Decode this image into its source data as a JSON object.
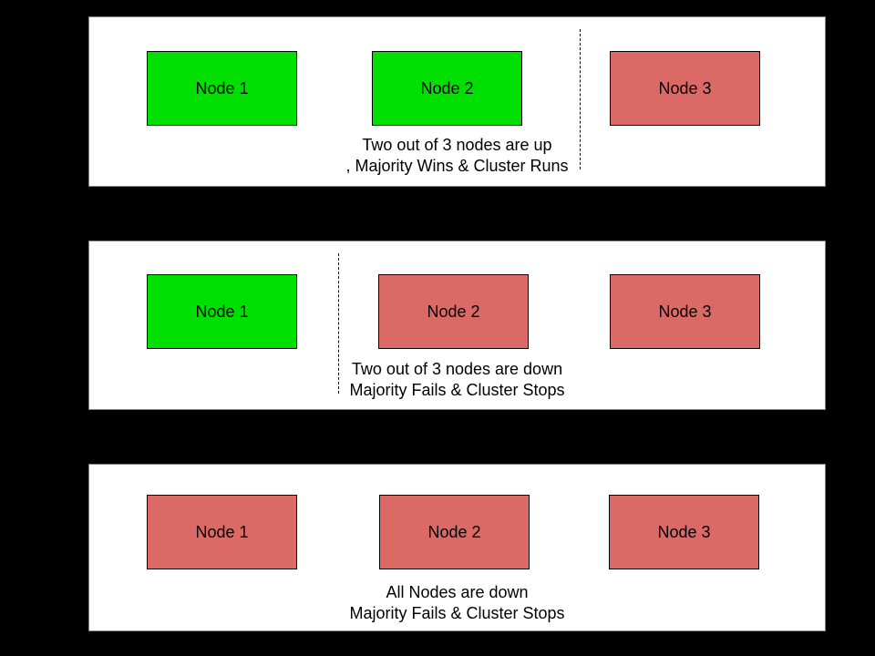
{
  "title": "Cluster quorum scenarios diagram",
  "colors": {
    "background": "#000000",
    "panel_background": "#ffffff",
    "panel_border": "#7f7f7f",
    "node_up_fill": "#00e000",
    "node_down_fill": "#db6a66",
    "node_border": "#000000",
    "divider": "#000000",
    "text": "#000000"
  },
  "panels": [
    {
      "name": "scenario-two-nodes-up",
      "nodes": [
        {
          "label": "Node 1",
          "status": "up"
        },
        {
          "label": "Node 2",
          "status": "up"
        },
        {
          "label": "Node 3",
          "status": "down"
        }
      ],
      "divider_after_node": 2,
      "caption": {
        "line1": "Two out of 3 nodes are up",
        "line2": ", Majority Wins & Cluster Runs"
      }
    },
    {
      "name": "scenario-two-nodes-down",
      "nodes": [
        {
          "label": "Node 1",
          "status": "up"
        },
        {
          "label": "Node 2",
          "status": "down"
        },
        {
          "label": "Node 3",
          "status": "down"
        }
      ],
      "divider_after_node": 1,
      "caption": {
        "line1": "Two out of 3 nodes are down",
        "line2": "Majority Fails & Cluster Stops"
      }
    },
    {
      "name": "scenario-all-nodes-down",
      "nodes": [
        {
          "label": "Node 1",
          "status": "down"
        },
        {
          "label": "Node 2",
          "status": "down"
        },
        {
          "label": "Node 3",
          "status": "down"
        }
      ],
      "divider_after_node": null,
      "caption": {
        "line1": "All Nodes are down",
        "line2": "Majority Fails & Cluster Stops"
      }
    }
  ]
}
